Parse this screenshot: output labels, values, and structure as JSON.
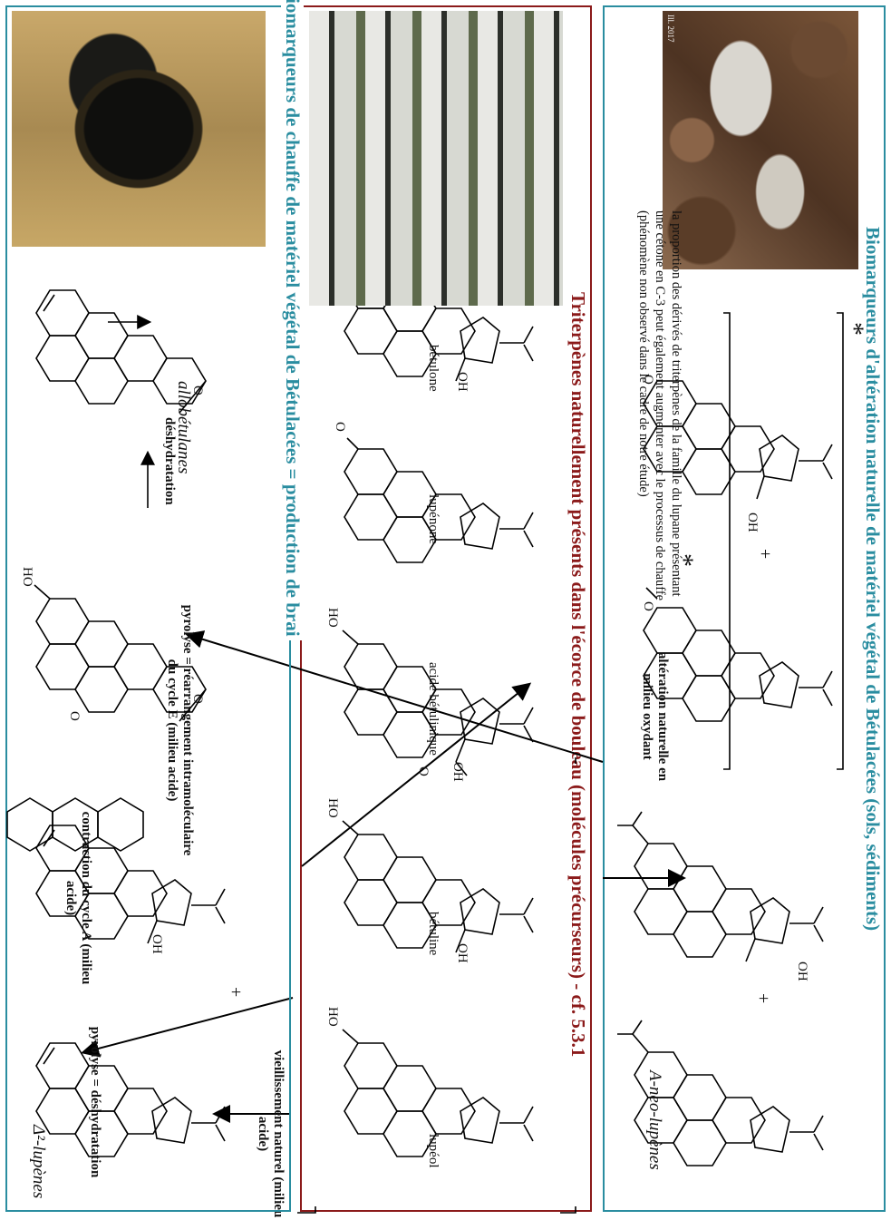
{
  "panels": {
    "alteration_title": "Biomarqueurs d'altération naturelle de matériel végétal de Bétulacées (sols, sédiments)",
    "bark_title": "Triterpènes naturellement présents dans l'écorce de bouleau (molécules précurseurs) - cf. 5.3.1",
    "heating_title": "Biomarqueurs de chauffe de matériel végétal de Bétulacées = production de brai"
  },
  "groups": {
    "aneo": "A-neo-lupènes",
    "delta2": "Δ²-lupènes",
    "allobetulanes": "allobétulanes"
  },
  "compounds": {
    "lupeol": "lupéol",
    "betuline": "bétuline",
    "acide_betulinique": "acide bétulinique",
    "lupenone": "lupénone",
    "betulone": "bétulone"
  },
  "reactions": {
    "vieillissement": "vieillissement naturel (milieu acide)",
    "alteration": "altération naturelle en milieu oxydant",
    "pyrolyse_deshydratation": "pyrolyse = déshydratation",
    "pyrolyse_rearrangement": "pyrolyse = réarrangement intramoléculaire du cycle E (milieu acide)",
    "deshydratation": "déshydratation",
    "contraction": "contraction du cycle A (milieu acide)"
  },
  "symbols": {
    "plus": "+",
    "asterisk": "*",
    "oh": "OH",
    "ho": "HO",
    "o": "O"
  },
  "note": {
    "marker": "*",
    "line1": "la proportion des dérivés de triterpènes de la famille du lupane présentant",
    "line2": "une cétone en C-3 peut également augmenter avec le processus de chauffe",
    "line3": "(phénomène non observé dans le cadre de notre étude)"
  },
  "photos": {
    "credit": "Ill. 2017"
  },
  "colors": {
    "teal": "#2a8da0",
    "dark_red": "#8b1a1a"
  }
}
